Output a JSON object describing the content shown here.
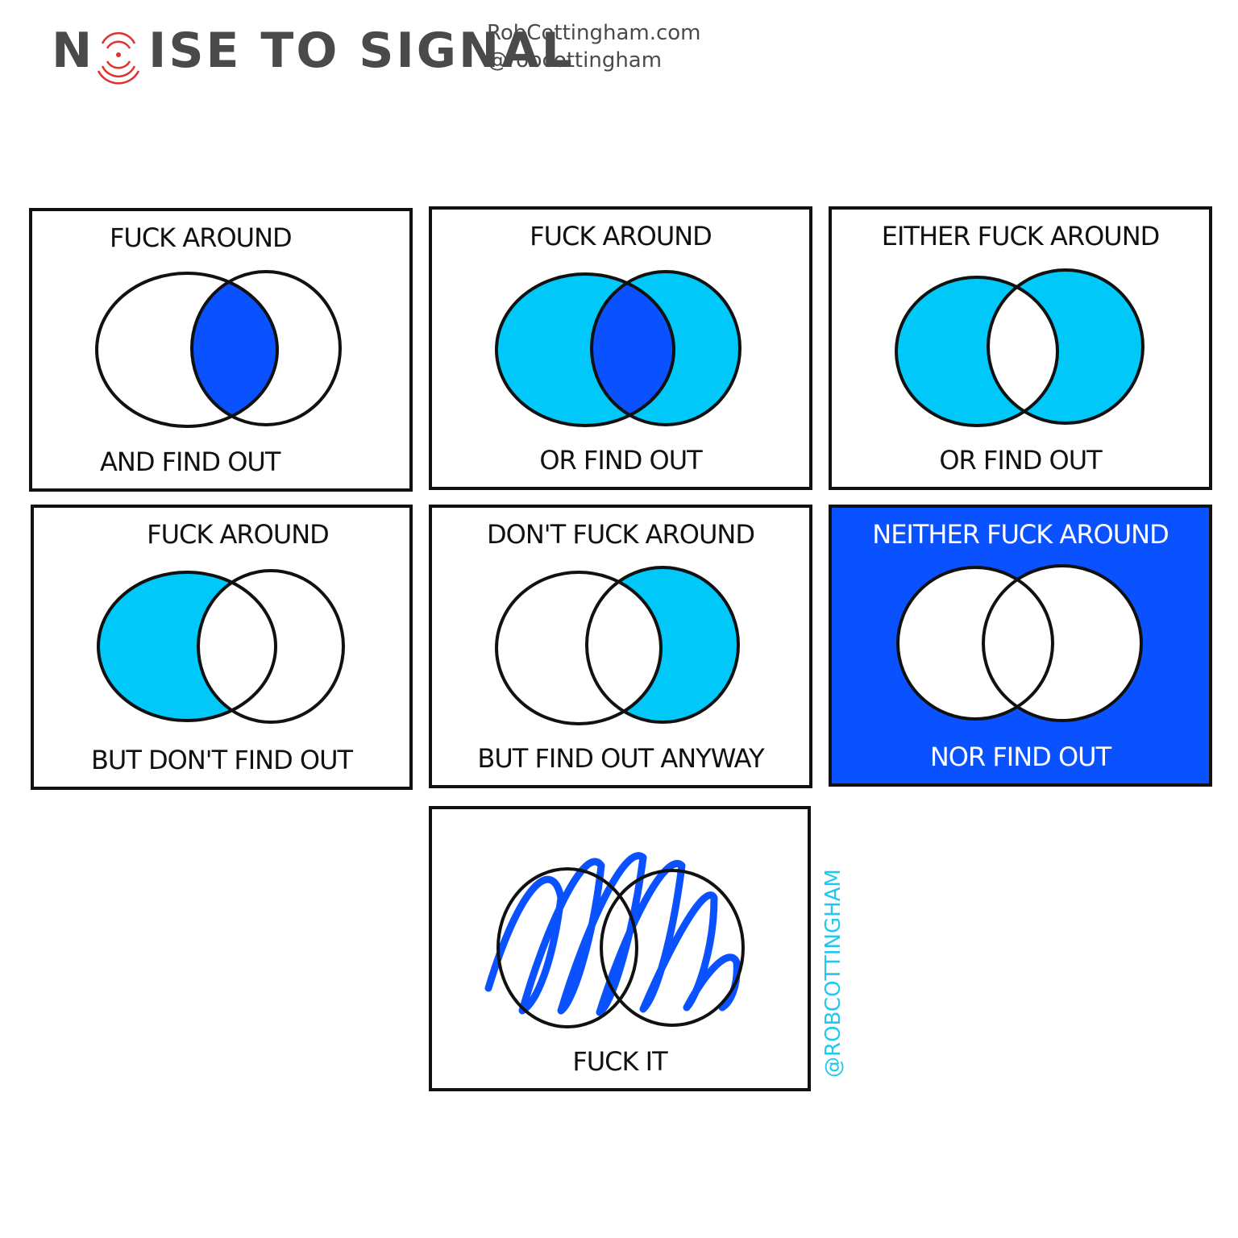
{
  "header": {
    "logo_n": "N",
    "logo_rest": "ISE TO SIGNAL",
    "site_url": "RobCottingham.com",
    "handle": "@robcottingham"
  },
  "panels": [
    {
      "top": "FUCK AROUND",
      "bottom": "AND FIND OUT",
      "fill": "intersection"
    },
    {
      "top": "FUCK AROUND",
      "bottom": "OR FIND OUT",
      "fill": "union"
    },
    {
      "top": "EITHER FUCK AROUND",
      "bottom": "OR FIND OUT",
      "fill": "exclusive-or"
    },
    {
      "top": "FUCK AROUND",
      "bottom": "BUT DON'T FIND OUT",
      "fill": "left-only"
    },
    {
      "top": "DON'T FUCK AROUND",
      "bottom": "BUT FIND OUT ANYWAY",
      "fill": "right-only"
    },
    {
      "top": "NEITHER FUCK AROUND",
      "bottom": "NOR FIND OUT",
      "fill": "neither"
    },
    {
      "top": "",
      "bottom": "FUCK IT",
      "fill": "scribble"
    }
  ],
  "signature": "@ROBCOTTINGHAM",
  "colors": {
    "light_blue": "#00c8f8",
    "dark_blue": "#0a52ff",
    "outline": "#111111",
    "logo_gray": "#4a4a4a",
    "logo_red": "#e03030",
    "signature": "#1ec8f0"
  }
}
